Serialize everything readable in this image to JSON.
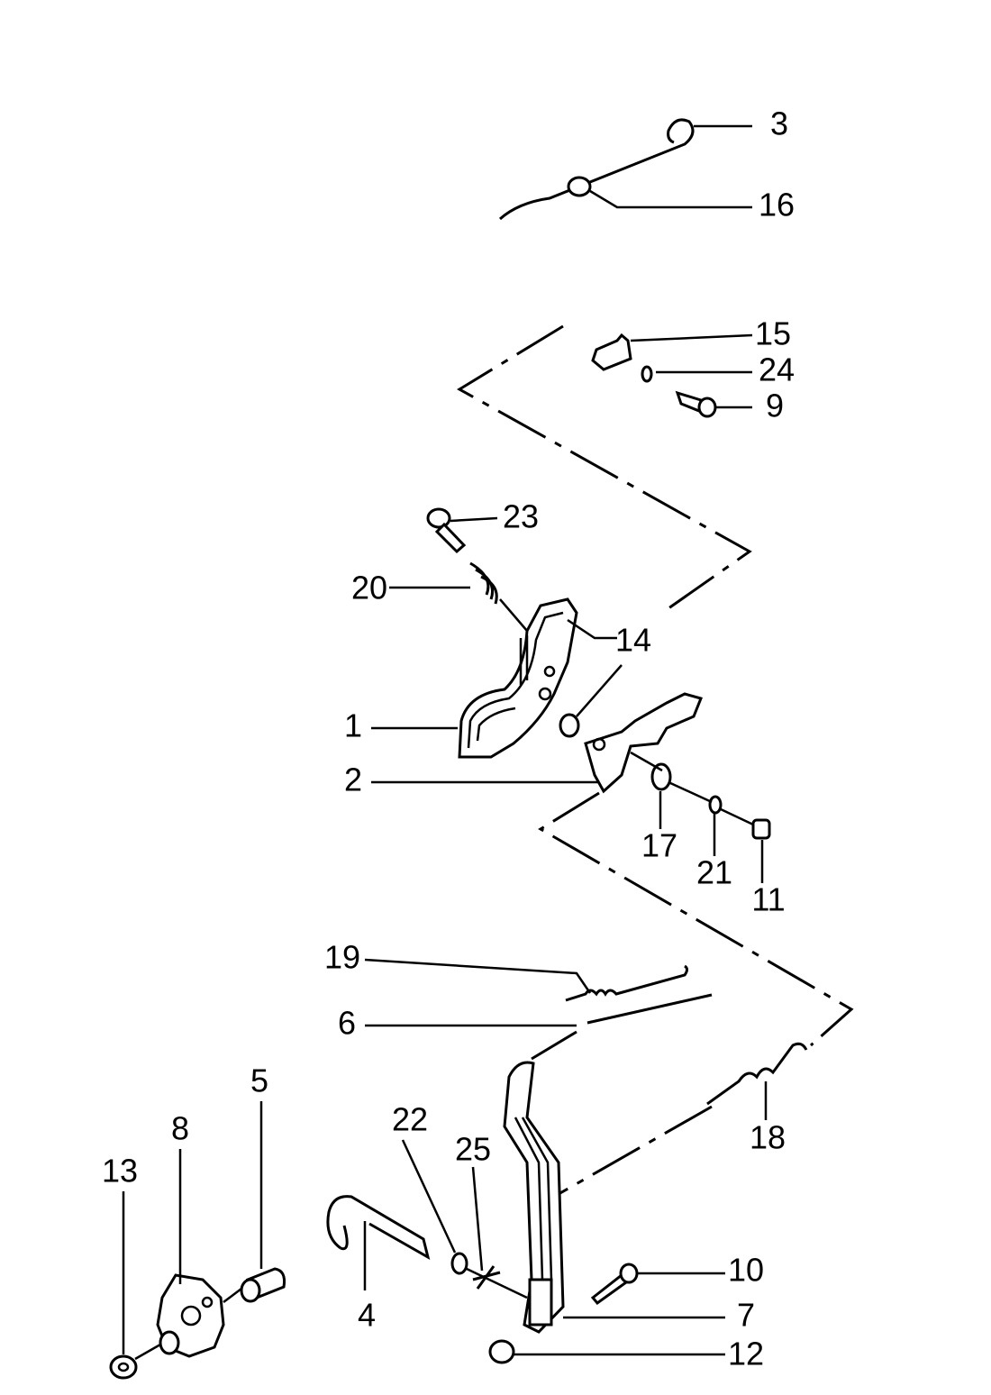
{
  "diagram": {
    "type": "exploded-parts-diagram",
    "labels": {
      "p1": "1",
      "p2": "2",
      "p3": "3",
      "p4": "4",
      "p5": "5",
      "p6": "6",
      "p7": "7",
      "p8": "8",
      "p9": "9",
      "p10": "10",
      "p11": "11",
      "p12": "12",
      "p13": "13",
      "p14": "14",
      "p15": "15",
      "p16": "16",
      "p17": "17",
      "p18": "18",
      "p19": "19",
      "p20": "20",
      "p21": "21",
      "p22": "22",
      "p23": "23",
      "p24": "24",
      "p25": "25"
    }
  }
}
